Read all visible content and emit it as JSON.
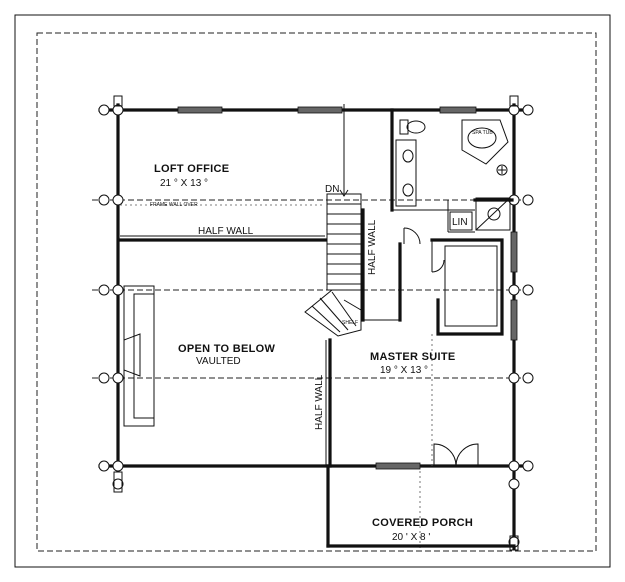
{
  "rooms": {
    "loft_office": {
      "name": "LOFT OFFICE",
      "size": "21 ° X 13 °"
    },
    "open_to_below": {
      "name": "OPEN TO BELOW",
      "note": "VAULTED"
    },
    "master_suite": {
      "name": "MASTER SUITE",
      "size": "19 ° X 13 °"
    },
    "covered_porch": {
      "name": "COVERED PORCH",
      "size": "20 ' X 8 '"
    }
  },
  "annotations": {
    "frame_wall_over": "FRAME WALL OVER",
    "half_wall_loft": "HALF WALL",
    "half_wall_stair": "HALF WALL",
    "half_wall_open": "HALF WALL",
    "stair_down": "DN",
    "shelf": "SHELF",
    "linen": "LIN",
    "spa_tub": "SPA TUB"
  }
}
